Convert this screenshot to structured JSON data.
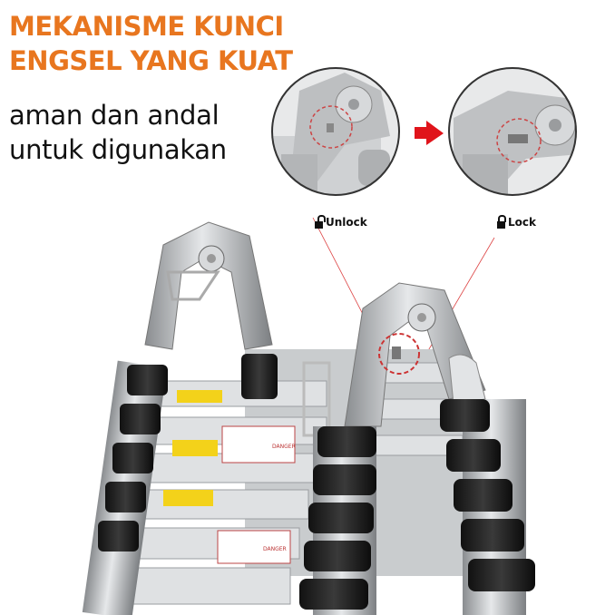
{
  "headline": {
    "line1": "MEKANISME KUNCI",
    "line2": "ENGSEL YANG KUAT",
    "color": "#e8761f"
  },
  "subheadline": {
    "line1": "aman dan andal",
    "line2": "untuk digunakan"
  },
  "detail_views": [
    {
      "label": "Unlock",
      "icon": "unlocked-padlock-icon"
    },
    {
      "label": "Lock",
      "icon": "locked-padlock-icon"
    }
  ],
  "arrow_color": "#e0141b",
  "ladder_warning_label": "DANGER"
}
